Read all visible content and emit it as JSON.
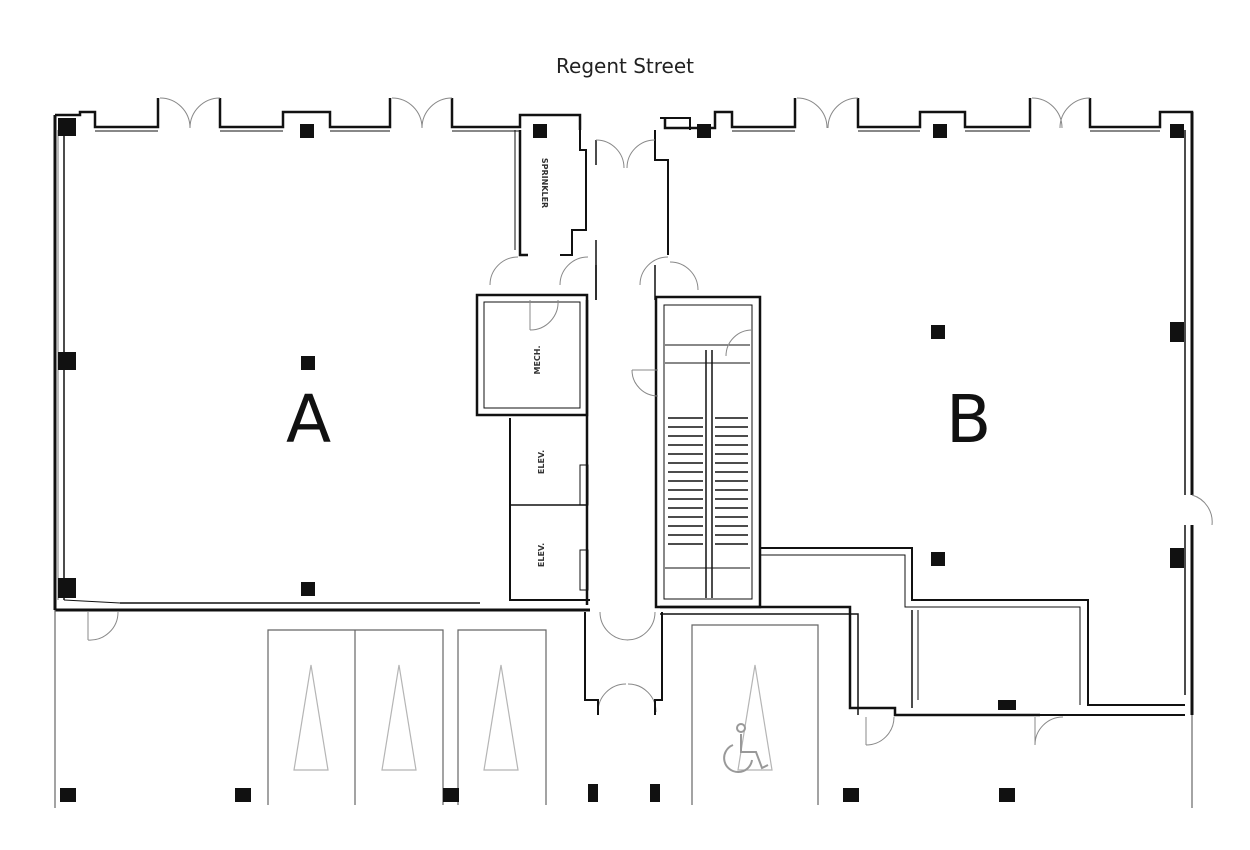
{
  "street_label": "Regent Street",
  "units": [
    {
      "label": "A"
    },
    {
      "label": "B"
    }
  ],
  "rooms": {
    "sprinkler": "SPRINKLER",
    "mech": "MECH.",
    "elev_upper": "ELEV.",
    "elev_lower": "ELEV."
  },
  "icons": {
    "accessible": "wheelchair-icon",
    "column": "column-icon"
  },
  "colors": {
    "wall": "#111111",
    "line": "#555555",
    "paint": "#b5b5b5"
  }
}
